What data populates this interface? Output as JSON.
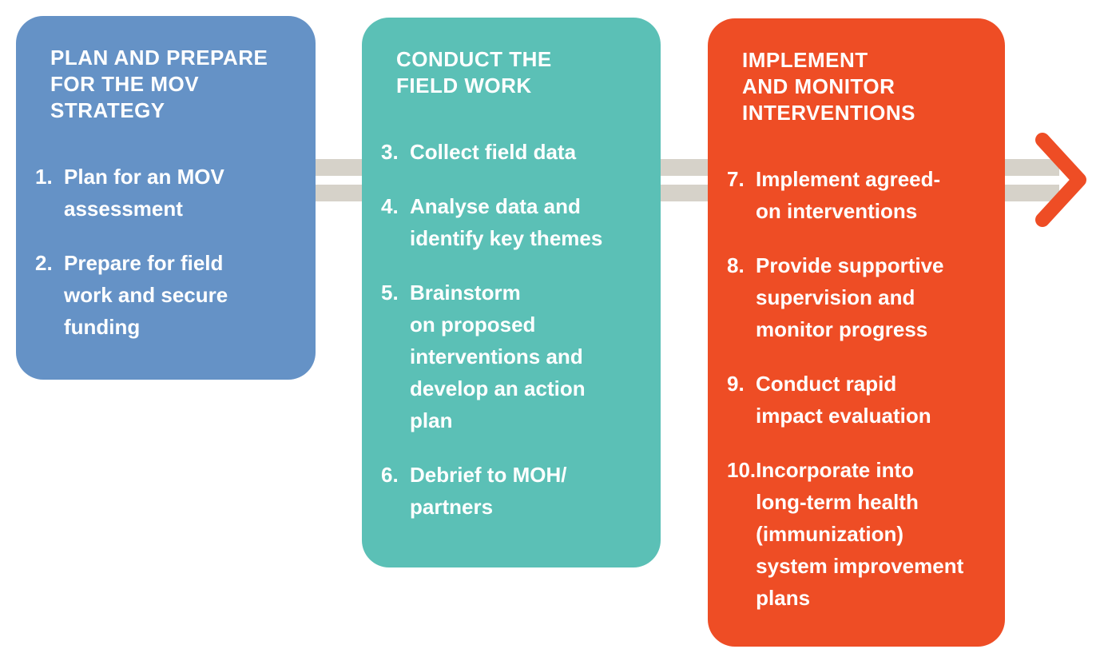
{
  "diagram": {
    "background_color": "#ffffff",
    "text_color": "#ffffff",
    "connector": {
      "name": "double-bar-connector",
      "color": "#d6d2c9"
    },
    "arrow": {
      "name": "forward-chevron",
      "color": "#ee4d25"
    },
    "phases": [
      {
        "title": "PLAN AND PREPARE\nFOR THE MOV\nSTRATEGY",
        "color": "#6592c6",
        "steps": [
          {
            "num": "1.",
            "text": "Plan for an MOV\nassessment"
          },
          {
            "num": "2.",
            "text": "Prepare for field\nwork and secure\nfunding"
          }
        ]
      },
      {
        "title": "CONDUCT THE\nFIELD WORK",
        "color": "#5bc0b6",
        "steps": [
          {
            "num": "3.",
            "text": "Collect field data"
          },
          {
            "num": "4.",
            "text": "Analyse data and\nidentify key themes"
          },
          {
            "num": "5.",
            "text": "Brainstorm\non proposed\ninterventions  and\ndevelop an action\nplan"
          },
          {
            "num": "6.",
            "text": "Debrief to MOH/\npartners"
          }
        ]
      },
      {
        "title": "IMPLEMENT\nAND MONITOR\nINTERVENTIONS",
        "color": "#ee4d25",
        "steps": [
          {
            "num": "7.",
            "text": "Implement agreed-\non interventions"
          },
          {
            "num": "8.",
            "text": "Provide supportive\nsupervision and\nmonitor progress"
          },
          {
            "num": "9.",
            "text": "Conduct rapid\nimpact evaluation"
          },
          {
            "num": "10.",
            "text": "Incorporate into\nlong-term  health\n(immunization)\nsystem improvement\nplans"
          }
        ]
      }
    ]
  }
}
